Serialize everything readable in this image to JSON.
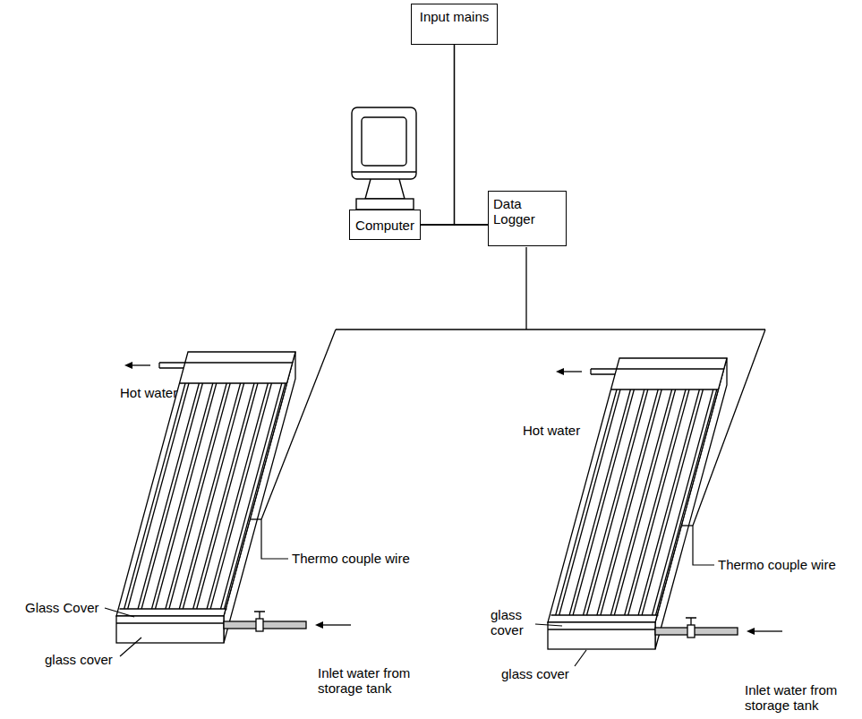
{
  "diagram": {
    "nodes": [
      {
        "text": [
          "Input mains"
        ]
      },
      {
        "text": [
          "Computer"
        ]
      },
      {
        "text": [
          "Data Logger"
        ]
      }
    ],
    "edges": [
      {
        "from": 0,
        "to": 1,
        "arrow": "none"
      },
      {
        "from": 0,
        "to": 2,
        "arrow": "none"
      },
      {
        "from": 1,
        "to": 2,
        "arrow": "none"
      }
    ],
    "labels": [
      "Hot water",
      "Thermo couple wire",
      "Glass Cover",
      "glass cover",
      "Inlet water from storage tank",
      "Hot water",
      "Thermo couple wire",
      "glass cover",
      "glass cover",
      "Inlet water from storage tank"
    ]
  }
}
